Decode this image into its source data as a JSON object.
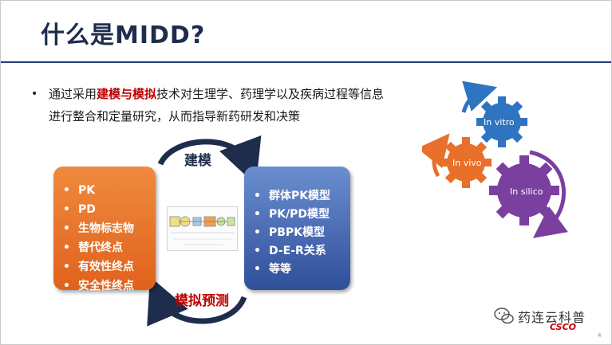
{
  "title": "什么是MIDD?",
  "bullet": {
    "line1_prefix": "通过采用",
    "line1_highlight": "建模与模拟",
    "line1_suffix": "技术对生理学、药理学以及疾病过程等信息",
    "line2": "进行整合和定量研究，从而指导新药研发和决策"
  },
  "left_box": {
    "items": [
      "PK",
      "PD",
      "生物标志物",
      "替代终点",
      "有效性终点",
      "安全性终点"
    ]
  },
  "right_box": {
    "items": [
      "群体PK模型",
      "PK/PD模型",
      "PBPK模型",
      "D-E-R关系",
      "等等"
    ]
  },
  "arrow_labels": {
    "top": "建模",
    "bottom": "模拟预测"
  },
  "gears": {
    "top": "In vitro",
    "left": "In vivo",
    "right": "In silico"
  },
  "footer": {
    "brand": "药连云科普",
    "logo_text": "CSCO",
    "page": "4"
  },
  "colors": {
    "title": "#1f2d4d",
    "highlight": "#c00000",
    "orange": "#e8702a",
    "blue": "#3b5ca8",
    "gear": "#2e74c0",
    "arc_purple": "#7b3fa0",
    "arc_orange": "#e8702a",
    "arc_blue": "#2e74c0"
  }
}
